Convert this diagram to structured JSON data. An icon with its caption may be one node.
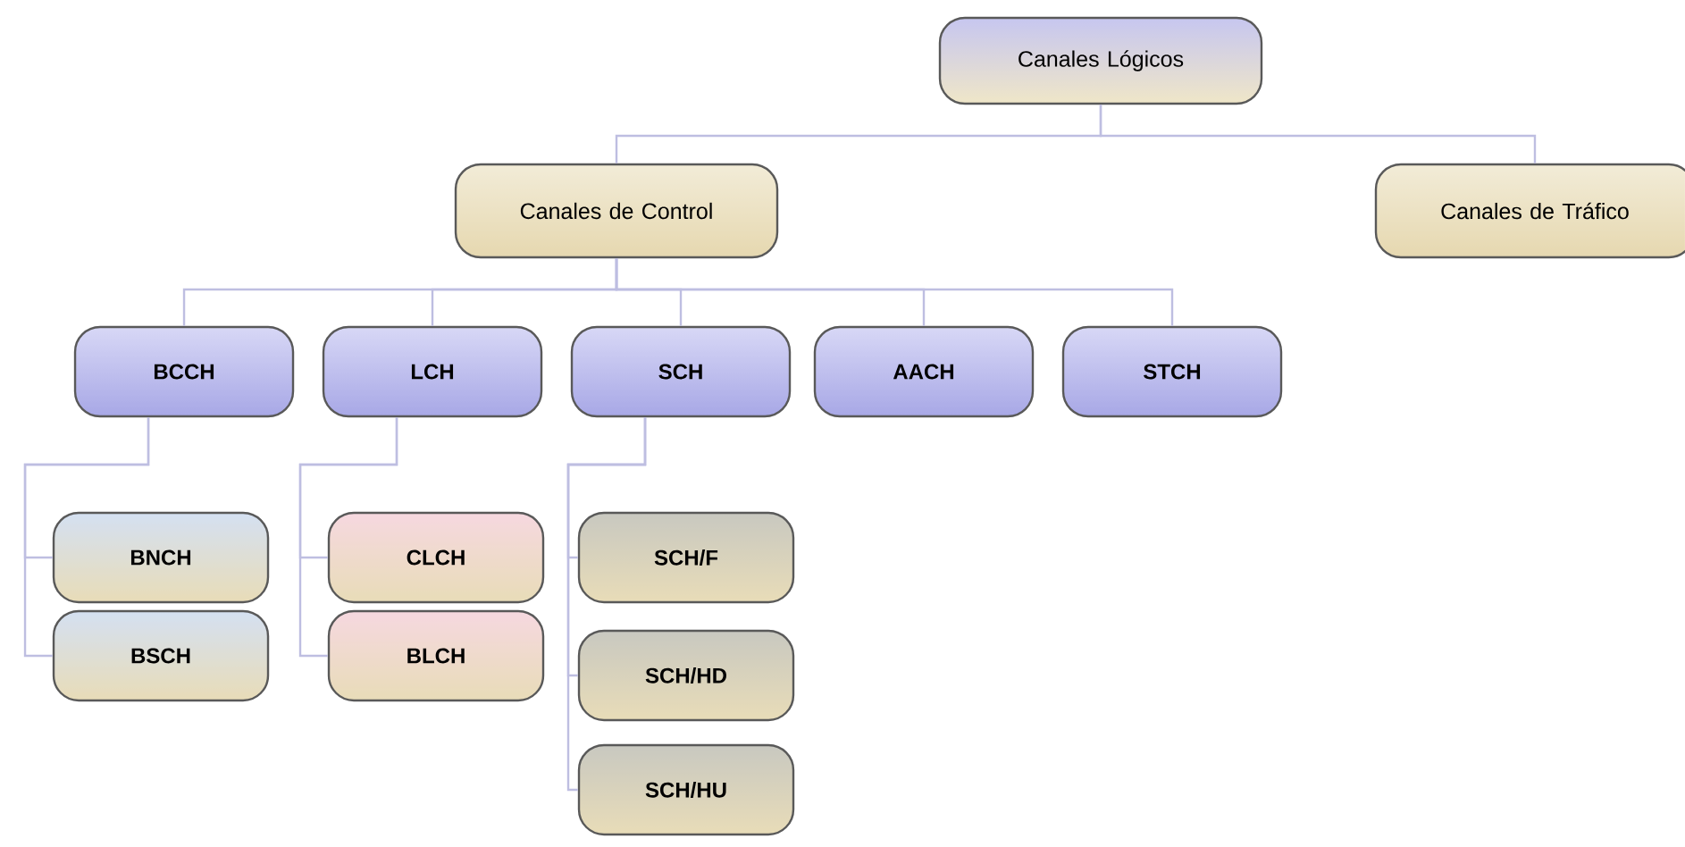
{
  "diagram": {
    "nodes": [
      {
        "text": [
          "Canales Lógicos"
        ]
      },
      {
        "text": [
          "Canales de Control"
        ]
      },
      {
        "text": [
          "Canales de Tráfico"
        ]
      },
      {
        "text": [
          "BCCH"
        ]
      },
      {
        "text": [
          "LCH"
        ]
      },
      {
        "text": [
          "SCH"
        ]
      },
      {
        "text": [
          "AACH"
        ]
      },
      {
        "text": [
          "STCH"
        ]
      },
      {
        "text": [
          "BNCH"
        ]
      },
      {
        "text": [
          "BSCH"
        ]
      },
      {
        "text": [
          "CLCH"
        ]
      },
      {
        "text": [
          "BLCH"
        ]
      },
      {
        "text": [
          "SCH/F"
        ]
      },
      {
        "text": [
          "SCH/HD"
        ]
      },
      {
        "text": [
          "SCH/HU"
        ]
      }
    ],
    "edges": [
      {
        "from": 0,
        "to": 1,
        "arrow": "none"
      },
      {
        "from": 0,
        "to": 2,
        "arrow": "none"
      },
      {
        "from": 1,
        "to": 3,
        "arrow": "none"
      },
      {
        "from": 1,
        "to": 4,
        "arrow": "none"
      },
      {
        "from": 1,
        "to": 5,
        "arrow": "none"
      },
      {
        "from": 1,
        "to": 6,
        "arrow": "none"
      },
      {
        "from": 1,
        "to": 7,
        "arrow": "none"
      },
      {
        "from": 3,
        "to": 8,
        "arrow": "none"
      },
      {
        "from": 3,
        "to": 9,
        "arrow": "none"
      },
      {
        "from": 4,
        "to": 10,
        "arrow": "none"
      },
      {
        "from": 4,
        "to": 11,
        "arrow": "none"
      },
      {
        "from": 5,
        "to": 12,
        "arrow": "none"
      },
      {
        "from": 5,
        "to": 13,
        "arrow": "none"
      },
      {
        "from": 5,
        "to": 14,
        "arrow": "none"
      }
    ]
  }
}
